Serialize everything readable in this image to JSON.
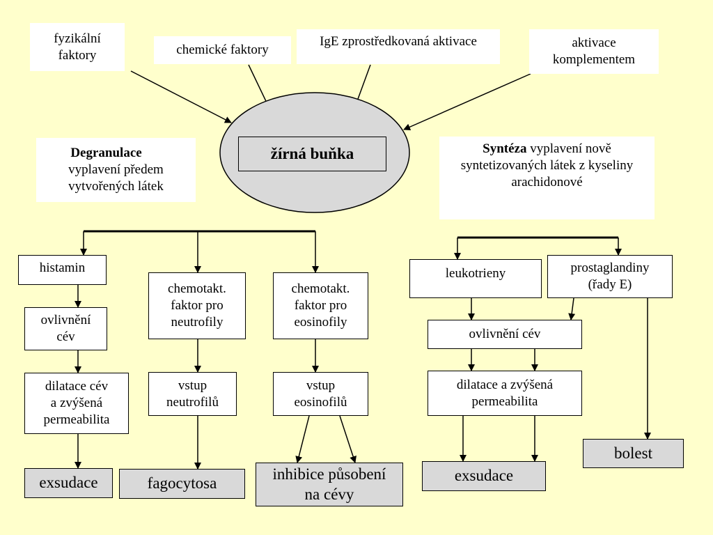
{
  "sources": {
    "physical": [
      "fyzikální",
      "faktory"
    ],
    "chemical": "chemické faktory",
    "ige": "IgE zprostředkovaná aktivace",
    "complement": [
      "aktivace",
      "komplementem"
    ]
  },
  "mast_cell": "žírná buňka",
  "degranulation": {
    "title": "Degranulace",
    "lines": [
      "vyplavení předem",
      "vytvořených látek"
    ]
  },
  "synthesis": {
    "title": "Syntéza",
    "lines": [
      "vyplavení nově",
      "syntetizovaných látek z kyseliny",
      "arachidonové"
    ]
  },
  "left": {
    "histamine": "histamin",
    "vessel_effect": [
      "ovlivnění",
      "cév"
    ],
    "dilatation": [
      "dilatace cév",
      "a zvýšená",
      "permeabilita"
    ],
    "exudation": "exsudace",
    "chemo_neutro": [
      "chemotakt.",
      "faktor pro",
      "neutrofily"
    ],
    "entry_neutro": [
      "vstup",
      "neutrofilů"
    ],
    "phagocytosis": "fagocytosa",
    "chemo_eosino": [
      "chemotakt.",
      "faktor pro",
      "eosinofily"
    ],
    "entry_eosino": [
      "vstup",
      "eosinofilů"
    ],
    "inhibition": [
      "inhibice působení",
      "na cévy"
    ]
  },
  "right": {
    "leukotrienes": "leukotrieny",
    "prostaglandins": [
      "prostaglandiny",
      "(řady E)"
    ],
    "vessel_effect": "ovlivnění cév",
    "dilatation": [
      "dilatace a zvýšená",
      "permeabilita"
    ],
    "exudation": "exsudace",
    "pain": "bolest"
  }
}
